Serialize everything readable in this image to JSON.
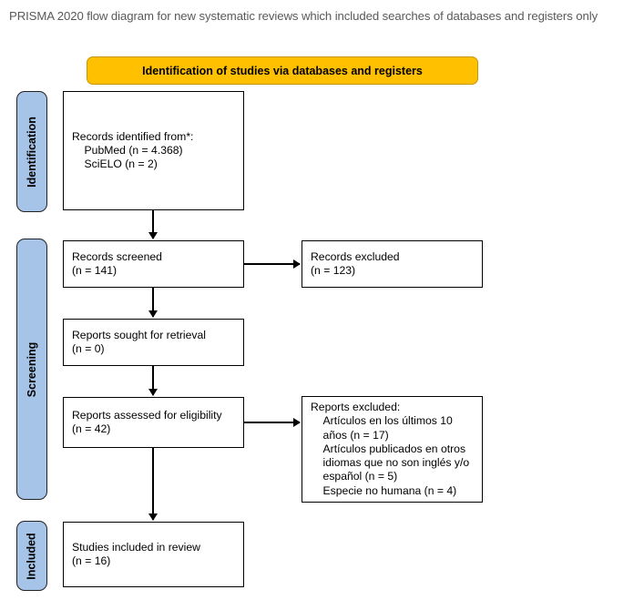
{
  "page": {
    "title": "PRISMA 2020 flow diagram for new systematic reviews which included searches of databases and registers only"
  },
  "banner": {
    "label": "Identification of studies via databases and registers",
    "color": "#FFC000"
  },
  "phases": {
    "color": "#A6C4E7",
    "items": [
      {
        "id": "identification",
        "label": "Identification"
      },
      {
        "id": "screening",
        "label": "Screening"
      },
      {
        "id": "included",
        "label": "Included"
      }
    ]
  },
  "boxes": {
    "identified": {
      "text": "Records identified from*:\n    PubMed (n = 4.368)\n    SciELO (n = 2)"
    },
    "screened": {
      "text": "Records screened\n(n = 141)"
    },
    "records_excluded": {
      "text": "Records excluded\n(n = 123)"
    },
    "sought": {
      "text": "Reports sought for retrieval\n(n = 0)"
    },
    "eligibility": {
      "text": "Reports assessed for eligibility\n(n = 42)"
    },
    "reports_excluded": {
      "text": "Reports excluded:\n    Artículos en los últimos 10\n    años (n = 17)\n    Artículos publicados en otros\n    idiomas que no son inglés y/o\n    español (n = 5)\n    Especie no humana (n = 4)"
    },
    "included": {
      "text": "Studies included in review\n(n = 16)"
    }
  },
  "chart_data": {
    "type": "diagram",
    "title": "PRISMA 2020 flow diagram for new systematic reviews which included searches of databases and registers only",
    "nodes": [
      {
        "id": "identified",
        "phase": "Identification",
        "label": "Records identified from*",
        "sources": [
          {
            "name": "PubMed",
            "n": 4368
          },
          {
            "name": "SciELO",
            "n": 2
          }
        ]
      },
      {
        "id": "screened",
        "phase": "Screening",
        "label": "Records screened",
        "n": 141
      },
      {
        "id": "records_excluded",
        "phase": "Screening",
        "label": "Records excluded",
        "n": 123
      },
      {
        "id": "sought",
        "phase": "Screening",
        "label": "Reports sought for retrieval",
        "n": 0
      },
      {
        "id": "eligibility",
        "phase": "Screening",
        "label": "Reports assessed for eligibility",
        "n": 42
      },
      {
        "id": "reports_excluded",
        "phase": "Screening",
        "label": "Reports excluded",
        "reasons": [
          {
            "reason": "Artículos en los últimos 10 años",
            "n": 17
          },
          {
            "reason": "Artículos publicados en otros idiomas que no son inglés y/o español",
            "n": 5
          },
          {
            "reason": "Especie no humana",
            "n": 4
          }
        ]
      },
      {
        "id": "included",
        "phase": "Included",
        "label": "Studies included in review",
        "n": 16
      }
    ],
    "edges": [
      {
        "from": "identified",
        "to": "screened"
      },
      {
        "from": "screened",
        "to": "records_excluded"
      },
      {
        "from": "screened",
        "to": "sought"
      },
      {
        "from": "sought",
        "to": "eligibility"
      },
      {
        "from": "eligibility",
        "to": "reports_excluded"
      },
      {
        "from": "eligibility",
        "to": "included"
      }
    ]
  }
}
